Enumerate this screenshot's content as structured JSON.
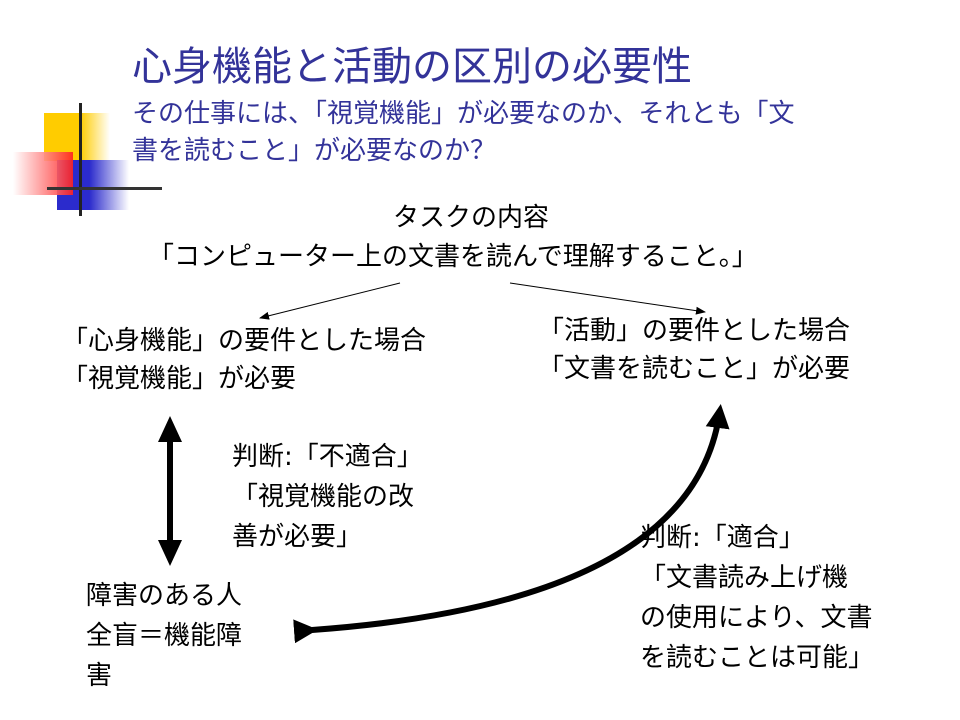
{
  "title": "心身機能と活動の区別の必要性",
  "subtitle": [
    "その仕事には、「視覚機能」が必要なのか、それとも「文",
    "書を読むこと」が必要なのか？"
  ],
  "task": {
    "heading": "タスクの内容",
    "content": "「コンピューター上の文書を読んで理解すること。」"
  },
  "left_box": [
    "「心身機能」の要件とした場合",
    "「視覚機能」が必要"
  ],
  "right_box": [
    "「活動」の要件とした場合",
    "「文書を読むこと」が必要"
  ],
  "judgment_left": [
    "判断:「不適合」",
    "「視覚機能の改",
    "善が必要」"
  ],
  "person": [
    "障害のある人",
    "全盲＝機能障",
    "害"
  ],
  "judgment_right": [
    "判断:「適合」",
    "「文書読み上げ機",
    "の使用により、文書",
    "を読むことは可能」"
  ],
  "colors": {
    "title": "#333399",
    "text": "#000000"
  }
}
